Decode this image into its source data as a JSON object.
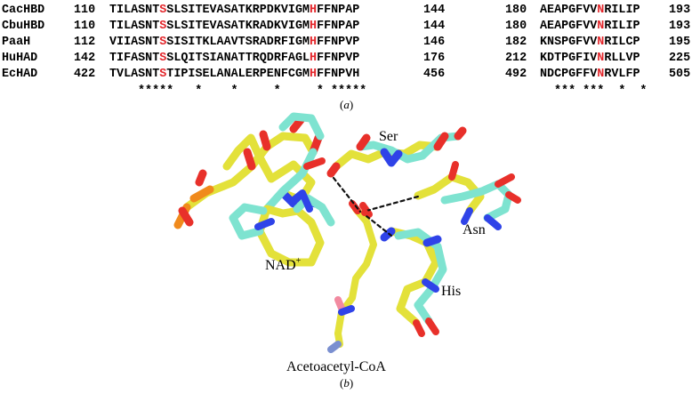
{
  "alignment": {
    "rows": [
      {
        "name": "CacHBD",
        "start1": "110",
        "seq1_pre": "TILASNT",
        "seq1_red": "S",
        "seq1_mid": "SLSITEVASATKRPDKVIGM",
        "seq1_red2": "H",
        "seq1_post": "FFNPAP",
        "end1": "144",
        "start2": "180",
        "seq2_pre": "AEAPGFVV",
        "seq2_red": "N",
        "seq2_post": "RILIP",
        "end2": "193"
      },
      {
        "name": "CbuHBD",
        "start1": "110",
        "seq1_pre": "TILASNT",
        "seq1_red": "S",
        "seq1_mid": "SLSITEVASATKRADKVIGM",
        "seq1_red2": "H",
        "seq1_post": "FFNPAP",
        "end1": "144",
        "start2": "180",
        "seq2_pre": "AEAPGFVV",
        "seq2_red": "N",
        "seq2_post": "RILIP",
        "end2": "193"
      },
      {
        "name": "PaaH",
        "start1": "112",
        "seq1_pre": "VIIASNT",
        "seq1_red": "S",
        "seq1_mid": "SISITKLAAVTSRADRFIGM",
        "seq1_red2": "H",
        "seq1_post": "FFNPVP",
        "end1": "146",
        "start2": "182",
        "seq2_pre": "KNSPGFVV",
        "seq2_red": "N",
        "seq2_post": "RILCP",
        "end2": "195"
      },
      {
        "name": "HuHAD",
        "start1": "142",
        "seq1_pre": "TIFASNT",
        "seq1_red": "S",
        "seq1_mid": "SLQITSIANATTRQDRFAGL",
        "seq1_red2": "H",
        "seq1_post": "FFNPVP",
        "end1": "176",
        "start2": "212",
        "seq2_pre": "KDTPGFIV",
        "seq2_red": "N",
        "seq2_post": "RLLVP",
        "end2": "225"
      },
      {
        "name": "EcHAD",
        "start1": "422",
        "seq1_pre": "TVLASNT",
        "seq1_red": "S",
        "seq1_mid": "TIPISELANALERPENFCGM",
        "seq1_red2": "H",
        "seq1_post": "FFNPVH",
        "end1": "456",
        "start2": "492",
        "seq2_pre": "NDCPGFFV",
        "seq2_red": "N",
        "seq2_post": "RVLFP",
        "end2": "505"
      }
    ],
    "conservation1": "*****   *    *     *     * *****",
    "conservation2": "*** ***  *  *",
    "highlight_color": "#e3262b"
  },
  "captions": {
    "a": "a",
    "b": "b"
  },
  "structure_labels": {
    "ser": "Ser",
    "asn": "Asn",
    "his": "His",
    "nad": "NAD",
    "nad_sup": "+",
    "acetoacetyl": "Acetoacetyl-CoA"
  },
  "colors": {
    "yellow": "#e3e13a",
    "cyan": "#7ee3d0",
    "red": "#e8302a",
    "blue": "#2f43e8",
    "orange": "#f08a1c",
    "pink": "#f28aa0",
    "slate": "#7a8fd0"
  }
}
